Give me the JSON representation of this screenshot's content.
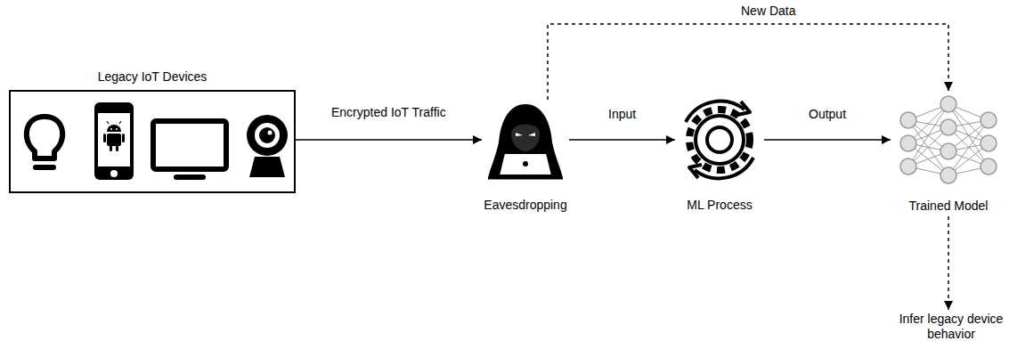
{
  "diagram": {
    "nodes": [
      {
        "text": [
          "Legacy IoT Devices"
        ]
      },
      {
        "text": [
          "Eavesdropping"
        ]
      },
      {
        "text": [
          "ML Process"
        ]
      },
      {
        "text": [
          "Trained Model"
        ]
      },
      {
        "text": [
          "Infer legacy device behavior"
        ]
      }
    ],
    "edges": [
      {
        "from": 0,
        "to": 1,
        "label": "Encrypted IoT Traffic",
        "arrow": "to"
      },
      {
        "from": 1,
        "to": 2,
        "label": "Input",
        "arrow": "to"
      },
      {
        "from": 2,
        "to": 3,
        "label": "Output",
        "arrow": "to"
      },
      {
        "from": 1,
        "to": 3,
        "label": "New Data",
        "arrow": "to"
      },
      {
        "from": 3,
        "to": 4,
        "arrow": "to"
      }
    ]
  }
}
